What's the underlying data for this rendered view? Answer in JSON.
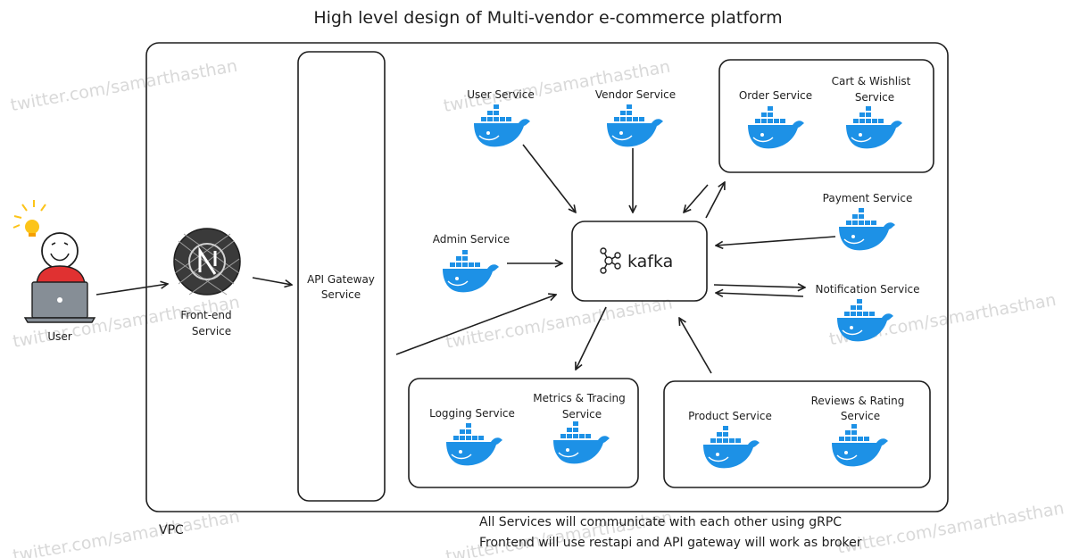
{
  "title": "High level design of Multi-vendor e-commerce platform",
  "watermark": "twitter.com/samarthasthan",
  "vpc_label": "VPC",
  "user_label": "User",
  "frontend": {
    "line1": "Front-end",
    "line2": "Service"
  },
  "gateway": {
    "line1": "API Gateway",
    "line2": "Service"
  },
  "kafka_label": "kafka",
  "services": {
    "user": "User Service",
    "vendor": "Vendor Service",
    "order": "Order Service",
    "cart": {
      "line1": "Cart & Wishlist",
      "line2": "Service"
    },
    "admin": "Admin Service",
    "payment": "Payment Service",
    "notification": "Notification Service",
    "logging": "Logging Service",
    "metrics": {
      "line1": "Metrics & Tracing",
      "line2": "Service"
    },
    "product": "Product Service",
    "reviews": {
      "line1": "Reviews & Rating",
      "line2": "Service"
    }
  },
  "notes": [
    "All Services will communicate with each other using gRPC",
    "Frontend will use restapi and API gateway will work as broker"
  ],
  "colors": {
    "docker_blue": "#1d91e6",
    "user_shirt": "#e03131",
    "laptop": "#868e96",
    "bulb": "#fcc419",
    "stroke": "#1e1e1e"
  },
  "icons": [
    "docker-icon",
    "kafka-icon",
    "nextjs-icon",
    "user-avatar-icon",
    "laptop-icon",
    "lightbulb-icon"
  ]
}
